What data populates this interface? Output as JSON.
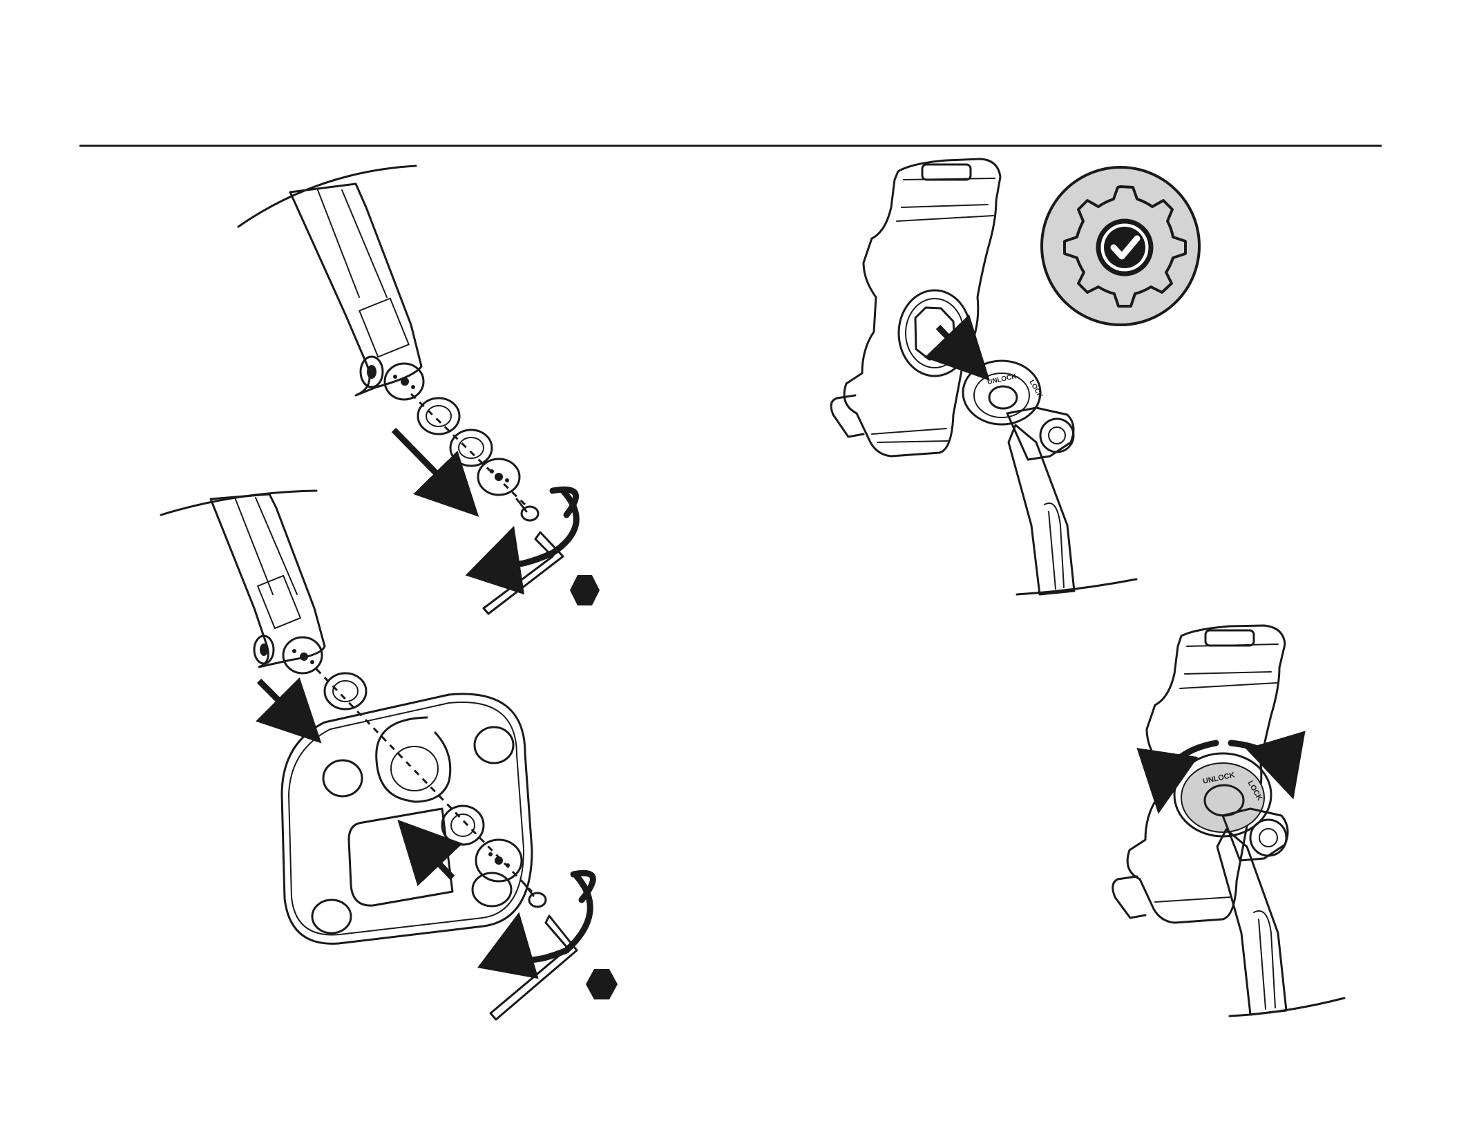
{
  "domain": "Diagram",
  "colors": {
    "line": "#1a1a1a",
    "background": "#ffffff",
    "gray_fill": "#d0d0d0",
    "badge_fill": "#d4d4d4"
  },
  "icons": {
    "settings_badge": "gear-check-icon",
    "hex_key": "hexagon-icon",
    "rotate": "rotate-arrow-icon"
  },
  "labels": {
    "unlock_top": "UNLOCK",
    "lock_top": "LOCK",
    "unlock_bottom": "UNLOCK",
    "lock_bottom": "LOCK"
  }
}
